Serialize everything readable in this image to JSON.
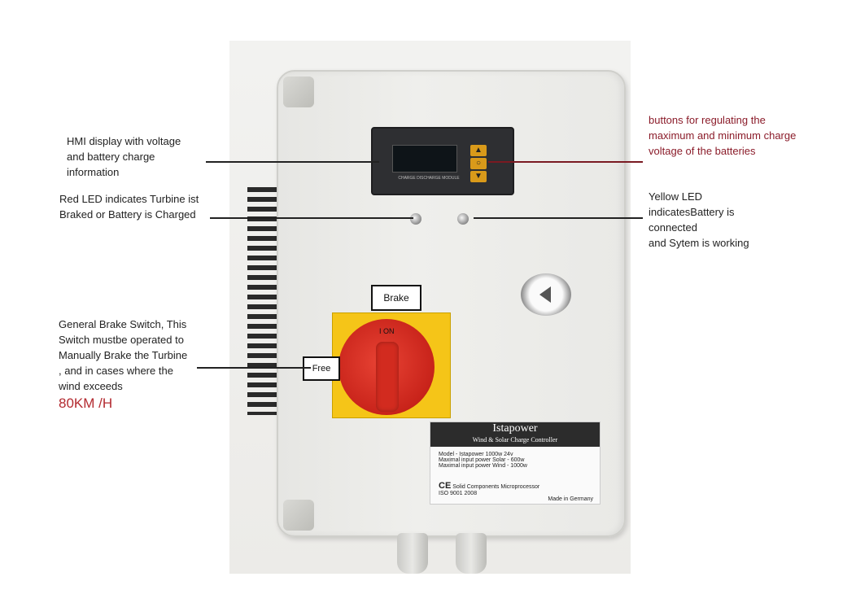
{
  "annotations": {
    "hmi_display": [
      "HMI display with voltage",
      "and battery charge",
      "information"
    ],
    "red_led": [
      "Red LED indicates Turbine ist",
      "Braked or Battery is Charged"
    ],
    "buttons": [
      "buttons for regulating the",
      "maximum and minimum charge",
      "voltage of the batteries"
    ],
    "yellow_led": [
      "Yellow LED",
      "indicatesBattery is",
      "connected",
      "and Sytem is working"
    ],
    "brake_switch": [
      "General Brake Switch, This",
      "Switch mustbe operated to",
      "Manually Brake the Turbine",
      ", and in cases where the",
      "wind exceeds"
    ],
    "wind_speed": "80KM /H"
  },
  "device": {
    "brake_label": "Brake",
    "free_label": "Free",
    "on_label": "I ON",
    "hmi_caption": "CHARGE DISCHARGE MODULE",
    "nameplate": {
      "brand": "Istapower",
      "subtitle": "Wind & Solar Charge Controller",
      "model": "Model - Istapower 1000w 24v",
      "solar_input": "Maximal input power Solar - 600w",
      "wind_input": "Maximal input power Wind - 1000w",
      "ce_mark": "CE",
      "company": "Solid Components Microprocessor",
      "iso": "ISO 9001 2008",
      "origin": "Made in Germany"
    }
  },
  "colors": {
    "annotation_red": "#8b1c2a",
    "accent_red": "#b32a30",
    "switch_yellow": "#f5c518",
    "switch_red": "#c8231a"
  }
}
